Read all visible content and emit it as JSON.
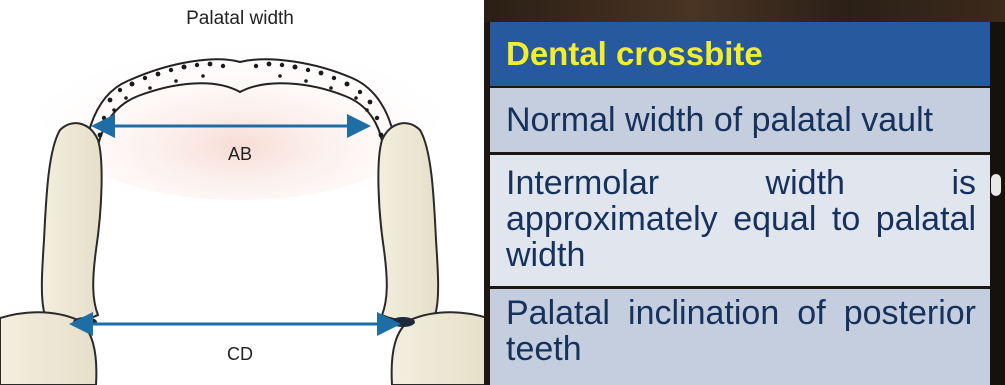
{
  "diagram": {
    "title": "Palatal width",
    "label_upper": "AB",
    "label_lower": "CD",
    "arrow_color": "#1e6ea6"
  },
  "slide": {
    "header": "Dental crossbite",
    "rows": [
      "Normal width of palatal vault",
      "Intermolar width is approximately equal to palatal width",
      "Palatal inclination of posterior teeth"
    ],
    "colors": {
      "header_bg": "#26599e",
      "header_text": "#f2ee2f",
      "row_text": "#16325c",
      "row_bg_a": "#c5cede",
      "row_bg_b": "#e1e5ee"
    }
  }
}
